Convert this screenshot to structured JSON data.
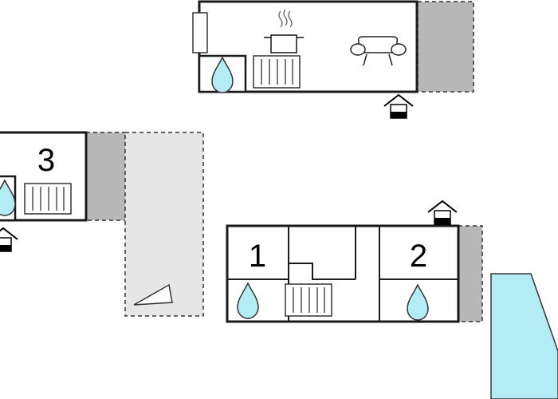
{
  "rooms": [
    {
      "number": "1"
    },
    {
      "number": "2"
    },
    {
      "number": "3"
    }
  ],
  "colors": {
    "wall": "#1a1a1a",
    "outline": "#333333",
    "terrace_dark": "#b8b8b8",
    "terrace_light": "#e6e6e6",
    "pool": "#b3ecf4",
    "water_drop": "#b3ecf4"
  },
  "icons": [
    "bathroom-water-drop-icon",
    "radiator-heater-icon",
    "cooking-pot-icon",
    "sofa-icon",
    "entrance-house-icon",
    "triangle-marker-icon",
    "swimming-pool"
  ]
}
